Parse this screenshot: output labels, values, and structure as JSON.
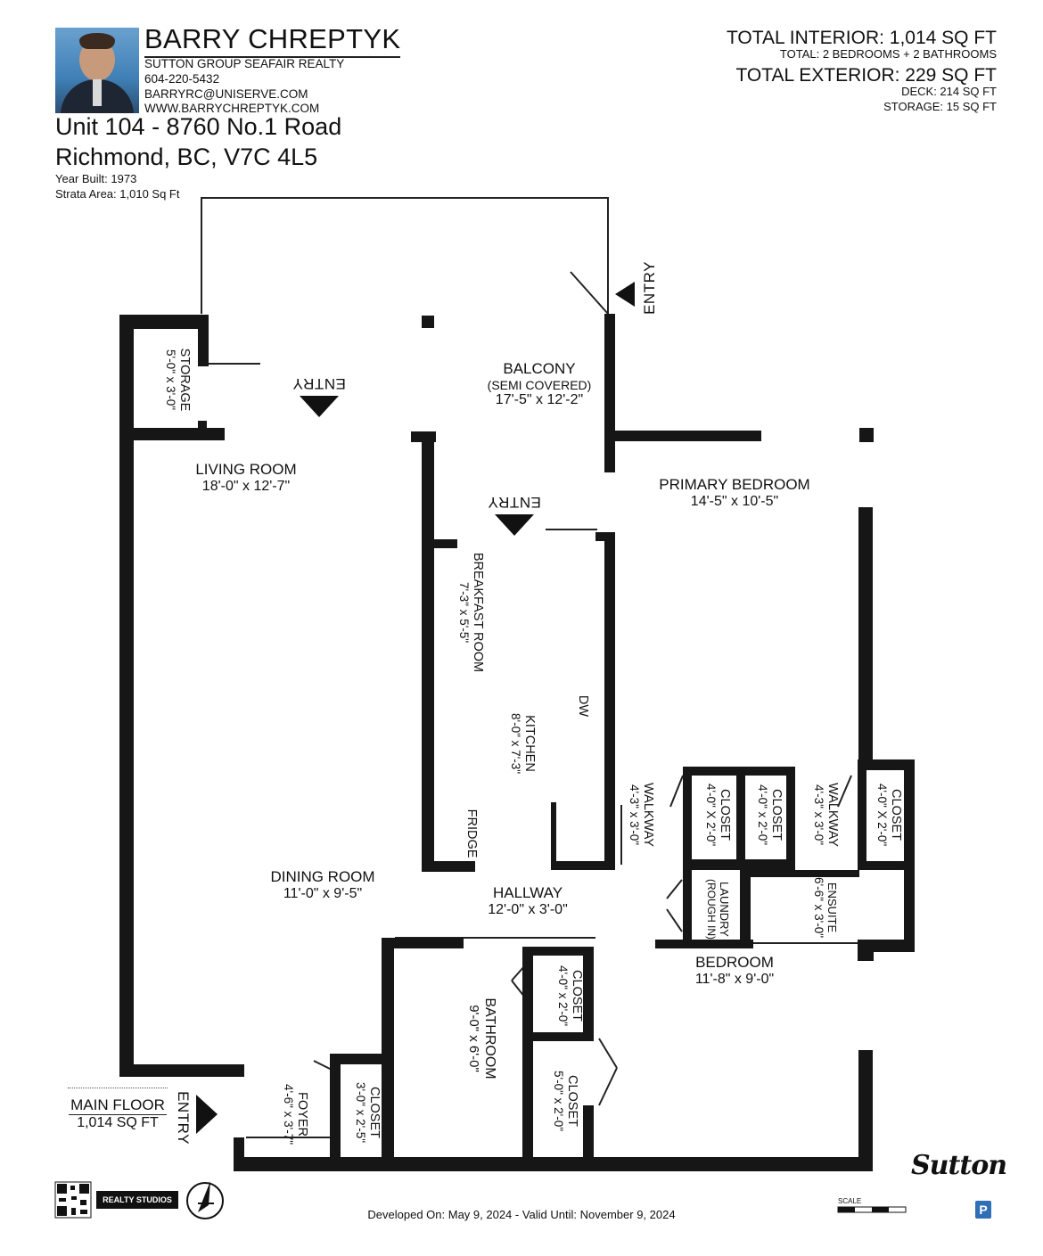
{
  "agent": {
    "name": "BARRY CHREPTYK",
    "company": "SUTTON GROUP SEAFAIR REALTY",
    "phone": "604-220-5432",
    "email": "BARRYRC@UNISERVE.COM",
    "website": "WWW.BARRYCHREPTYK.COM"
  },
  "property": {
    "address_line1": "Unit 104 - 8760 No.1 Road",
    "address_line2": "Richmond, BC, V7C 4L5",
    "year_built": "Year Built: 1973",
    "strata_area": "Strata Area: 1,010 Sq Ft"
  },
  "totals": {
    "interior": "TOTAL INTERIOR: 1,014 SQ FT",
    "rooms": "TOTAL: 2 BEDROOMS + 2 BATHROOMS",
    "exterior": "TOTAL EXTERIOR: 229 SQ FT",
    "deck": "DECK: 214 SQ FT",
    "storage": "STORAGE: 15 SQ FT"
  },
  "rooms": {
    "balcony": {
      "name": "BALCONY",
      "note": "(SEMI COVERED)",
      "dim": "17'-5\" x 12'-2\""
    },
    "living": {
      "name": "LIVING ROOM",
      "dim": "18'-0\" x 12'-7\""
    },
    "primary": {
      "name": "PRIMARY BEDROOM",
      "dim": "14'-5\" x 10'-5\""
    },
    "dining": {
      "name": "DINING ROOM",
      "dim": "11'-0\" x 9'-5\""
    },
    "hallway": {
      "name": "HALLWAY",
      "dim": "12'-0\" x 3'-0\""
    },
    "bedroom": {
      "name": "BEDROOM",
      "dim": "11'-8\" x 9'-0\""
    },
    "storage": {
      "name": "STORAGE",
      "dim": "5'-0\" x 3'-0\""
    },
    "breakfast": {
      "name": "BREAKFAST ROOM",
      "dim": "7'-3\" x 5'-5\""
    },
    "kitchen": {
      "name": "KITCHEN",
      "dim": "8'-0\" x 7'-3\""
    },
    "walkway1": {
      "name": "WALKWAY",
      "dim": "4'-3\" x 3'-0\""
    },
    "walkway2": {
      "name": "WALKWAY",
      "dim": "4'-3\" x 3'-0\""
    },
    "closet_a": {
      "name": "CLOSET",
      "dim": "4'-0\" X 2'-0\""
    },
    "closet_b": {
      "name": "CLOSET",
      "dim": "4'-0\" x 2'-0\""
    },
    "closet_c": {
      "name": "CLOSET",
      "dim": "4'-0\" X 2'-0\""
    },
    "closet_d": {
      "name": "CLOSET",
      "dim": "4'-0\" x 2'-0\""
    },
    "closet_e": {
      "name": "CLOSET",
      "dim": "5'-0\" x 2'-0\""
    },
    "closet_f": {
      "name": "CLOSET",
      "dim": "3'-0\" x 2'-5\""
    },
    "laundry": {
      "name": "LAUNDRY",
      "dim": "(ROUGH IN)"
    },
    "ensuite": {
      "name": "ENSUITE",
      "dim": "6'-6\" x 3'-0\""
    },
    "bathroom": {
      "name": "BATHROOM",
      "dim": "9'-0\" x 6'-0\""
    },
    "foyer": {
      "name": "FOYER",
      "dim": "4'-6\" x 3'-7\""
    }
  },
  "labels": {
    "entry": "ENTRY",
    "dw": "DW",
    "fridge": "FRIDGE"
  },
  "floor": {
    "name": "MAIN FLOOR",
    "area": "1,014 SQ FT"
  },
  "footer": {
    "developed": "Developed On: May 9, 2024 - Valid Until: November 9, 2024",
    "studio": "REALTY STUDIOS",
    "brand": "Sutton",
    "scale": "SCALE"
  },
  "colors": {
    "wall": "#161616",
    "line": "#222222",
    "brand_blue": "#2f6fb5"
  }
}
